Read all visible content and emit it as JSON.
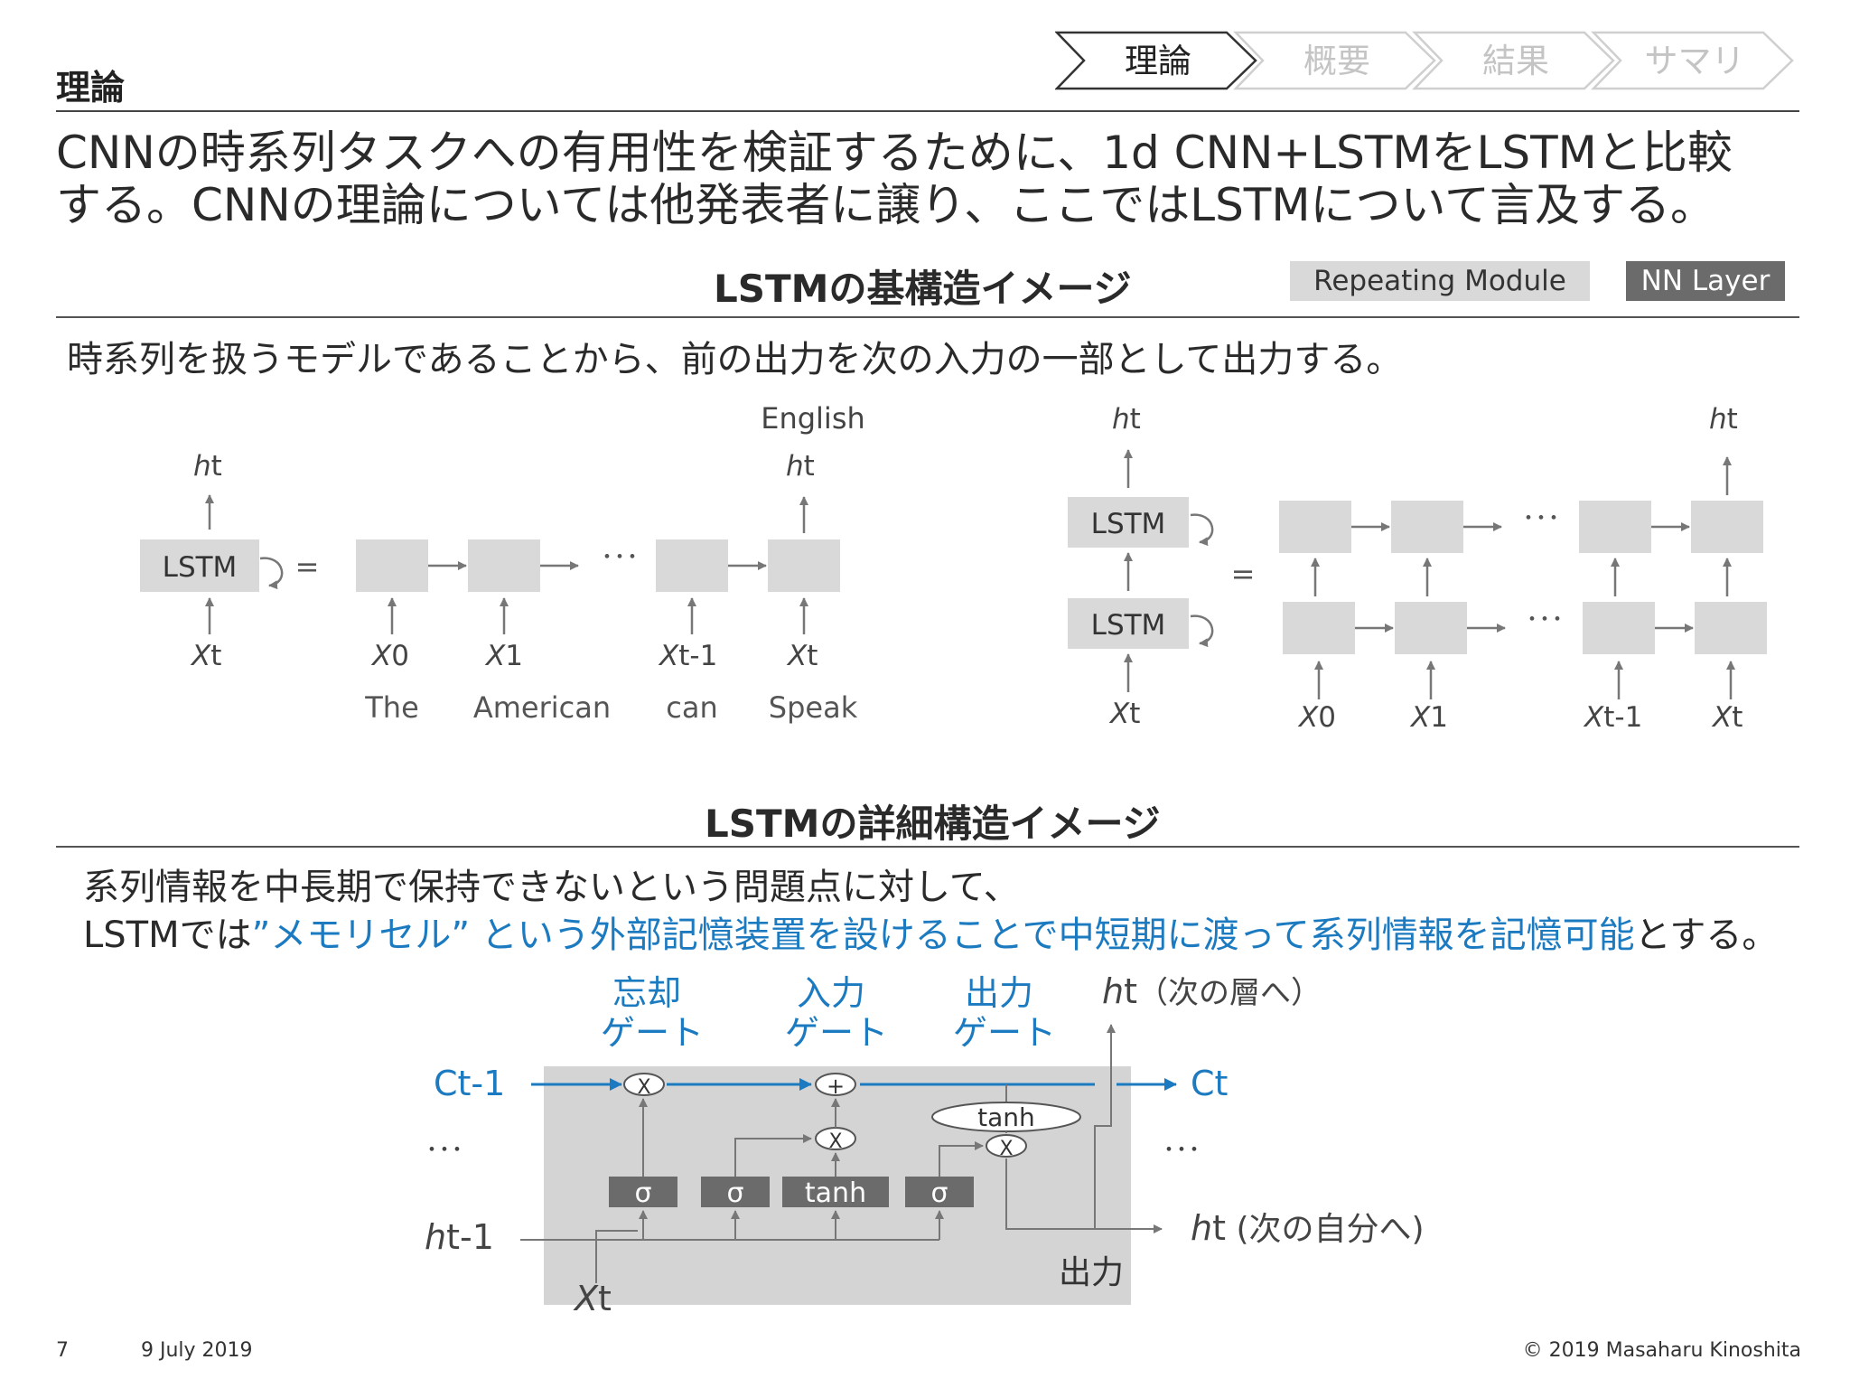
{
  "section_label": "理論",
  "nav": [
    "理論",
    "概要",
    "結果",
    "サマリ"
  ],
  "headline": {
    "line1": "CNNの時系列タスクへの有用性を検証するために、1d CNN+LSTMをLSTMと比較",
    "line2": "する。CNNの理論については他発表者に譲り、ここではLSTMについて言及する。"
  },
  "basic": {
    "title": "LSTMの基構造イメージ",
    "legend_repeat": "Repeating Module",
    "legend_nn": "NN Layer",
    "description": "時系列を扱うモデルであることから、前の出力を次の入力の一部として出力する。",
    "lstm": "LSTM",
    "equals": "=",
    "dots": "･･･",
    "english": "English",
    "h_italic": "h",
    "x_italic": "X",
    "t": "t",
    "t_minus_1": "t-1",
    "idx0": "0",
    "idx1": "1",
    "words": [
      "The",
      "American",
      "can",
      "Speak"
    ]
  },
  "detail": {
    "title": "LSTMの詳細構造イメージ",
    "line1": "系列情報を中長期で保持できないという問題点に対して、",
    "line2_a": "LSTMでは",
    "line2_b": "”メモリセル” という外部記憶装置を設けることで中短期に渡って系列情報を記憶可能",
    "line2_c": "とする。",
    "forget_gate_1": "忘却",
    "forget_gate_2": "ゲート",
    "input_gate_1": "入力",
    "input_gate_2": "ゲート",
    "output_gate_1": "出力",
    "output_gate_2": "ゲート",
    "ht_next_layer": "（次の層へ）",
    "ht_next_self": " (次の自分へ)",
    "c_prev": "Ct-1",
    "c_t": "Ct",
    "sigma": "σ",
    "tanh": "tanh",
    "mult": "X",
    "plus": "+",
    "output": "出力",
    "dots": "･･･"
  },
  "footer": {
    "page": "7",
    "date": "9 July 2019",
    "copyright": "© 2019 Masaharu Kinoshita"
  },
  "colors": {
    "accent_blue": "#1c7bc0",
    "module_gray": "#d9d9d9",
    "nn_layer_dark": "#6b6b6b",
    "cell_bg": "#d4d4d4"
  }
}
